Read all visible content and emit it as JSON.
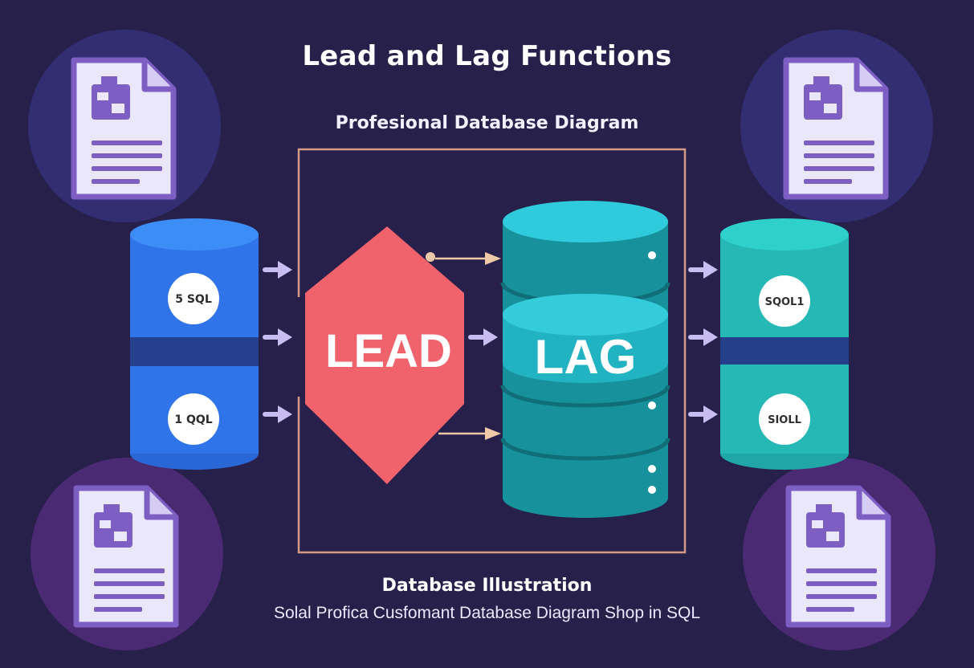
{
  "header": {
    "title": "Lead and Lag Functions",
    "subtitle": "Profesional Database Diagram"
  },
  "footer": {
    "title": "Database Illustration",
    "caption": "Solal Profica Cusfomant Database Diagram Shop in SQL"
  },
  "diagram": {
    "left_database": {
      "top_label": "5 SQL",
      "bottom_label": "1 QQL"
    },
    "lead_shape": {
      "label": "LEAD"
    },
    "lag_database": {
      "label": "LAG"
    },
    "right_database": {
      "top_label": "SQOL1",
      "bottom_label": "SIOLL"
    }
  },
  "colors": {
    "background": "#27204a",
    "left_db": "#2f74e8",
    "lead": "#f0626c",
    "lag_db": "#1fa9b5",
    "right_db": "#25b8b4",
    "frame": "#d49a86",
    "arrow": "#c8bdf0",
    "document": "#ebe7fb",
    "document_accent": "#7d5fc4"
  },
  "icons": [
    "document-icon",
    "database-icon",
    "arrow-right-icon"
  ]
}
